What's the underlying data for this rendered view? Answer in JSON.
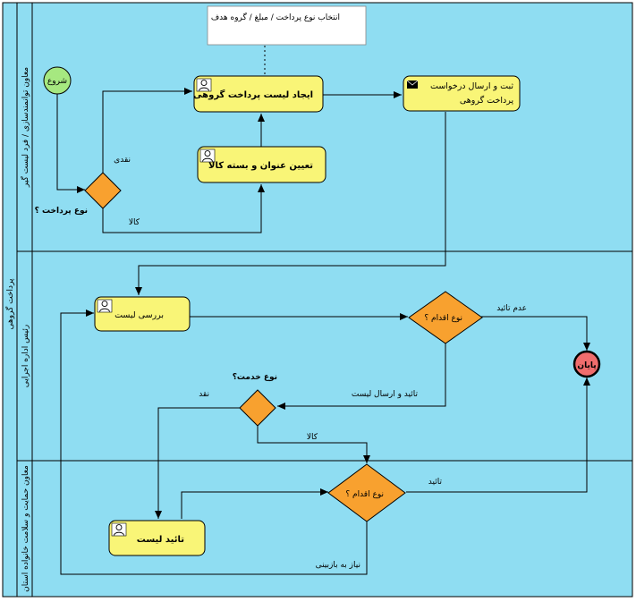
{
  "pool": {
    "label": "پرداخت گروهی"
  },
  "lanes": [
    {
      "id": "lane1",
      "label": "معاون توانمندسازی / فرد لیست گیر"
    },
    {
      "id": "lane2",
      "label": "رئیس اداره اجرایی"
    },
    {
      "id": "lane3",
      "label": "معاون حمایت و سلامت خانواده استان"
    }
  ],
  "annotation": {
    "text": "انتخاب نوع پرداخت / مبلغ / گروه هدف"
  },
  "events": {
    "start": "شروع",
    "end": "پایان"
  },
  "tasks": {
    "create_list": "ایجاد لیست پرداخت گروهی",
    "define_title": "تعیین عنوان و بسته کالا",
    "register_line1": "ثبت و ارسال درخواست",
    "register_line2": "پرداخت گروهی",
    "review_list": "بررسی لیست",
    "approve_list": "تائید لیست"
  },
  "gateways": {
    "payment_type": "نوع پرداخت ؟",
    "action_type_1": "نوع اقدام ؟",
    "service_type": "نوع خدمت؟",
    "action_type_2": "نوع اقدام ؟"
  },
  "flows": {
    "cash": "نقدی",
    "goods": "کالا",
    "reject": "عدم تائید",
    "approve_send": "تائید و ارسال لیست",
    "cash2": "نقد",
    "goods2": "کالا",
    "approve": "تائید",
    "needs_review": "نیاز به بازبینی"
  },
  "colors": {
    "lane_fill": "#8fddf2",
    "task_fill": "#f9f577",
    "gateway_fill": "#f8a12f",
    "start_fill": "#a6e880",
    "end_fill": "#f06d6d",
    "border": "#000000"
  }
}
